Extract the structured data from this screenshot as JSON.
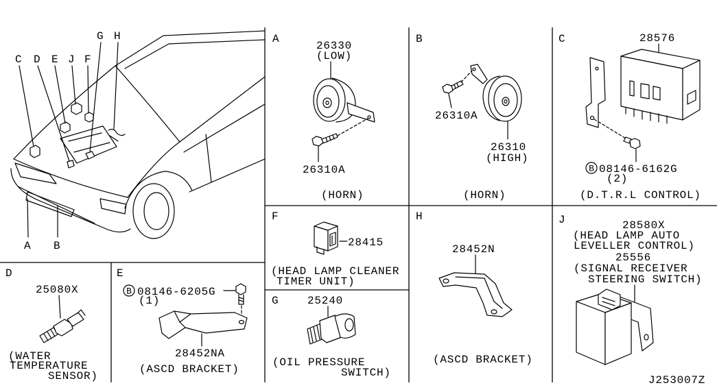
{
  "diagram": {
    "id": "J253007Z"
  },
  "colors": {
    "line": "#000000",
    "background": "#ffffff"
  },
  "overview": {
    "callouts": {
      "a": "A",
      "b": "B",
      "c": "C",
      "d": "D",
      "e": "E",
      "f": "F",
      "g": "G",
      "h": "H",
      "j": "J"
    }
  },
  "panels": {
    "a": {
      "letter": "A",
      "part_number": "26330",
      "part_note": "(LOW)",
      "bolt_number": "26310A",
      "caption": "(HORN)"
    },
    "b": {
      "letter": "B",
      "bolt_number": "26310A",
      "part_number": "26310",
      "part_note": "(HIGH)",
      "caption": "(HORN)"
    },
    "c": {
      "letter": "C",
      "part_number": "28576",
      "bolt_symbol": "B",
      "bolt_number": "08146-6162G",
      "bolt_qty": "(2)",
      "caption": "(D.T.R.L CONTROL)"
    },
    "d": {
      "letter": "D",
      "part_number": "25080X",
      "caption_lines": [
        "(WATER",
        "TEMPERATURE",
        "SENSOR)"
      ]
    },
    "e": {
      "letter": "E",
      "bolt_symbol": "B",
      "bolt_number": "08146-6205G",
      "bolt_qty": "(1)",
      "part_number": "28452NA",
      "caption": "(ASCD BRACKET)"
    },
    "f": {
      "letter": "F",
      "part_number": "28415",
      "caption_lines": [
        "(HEAD LAMP CLEANER",
        "TIMER UNIT)"
      ]
    },
    "g": {
      "letter": "G",
      "part_number": "25240",
      "caption_lines": [
        "(OIL PRESSURE",
        "SWITCH)"
      ]
    },
    "h": {
      "letter": "H",
      "part_number": "28452N",
      "caption": "(ASCD BRACKET)"
    },
    "j": {
      "letter": "J",
      "parts": [
        {
          "part_number": "28580X",
          "name_lines": [
            "(HEAD LAMP AUTO",
            "LEVELLER CONTROL)"
          ]
        },
        {
          "part_number": "25556",
          "name_lines": [
            "(SIGNAL RECEIVER",
            "STEERING SWITCH)"
          ]
        }
      ]
    }
  }
}
